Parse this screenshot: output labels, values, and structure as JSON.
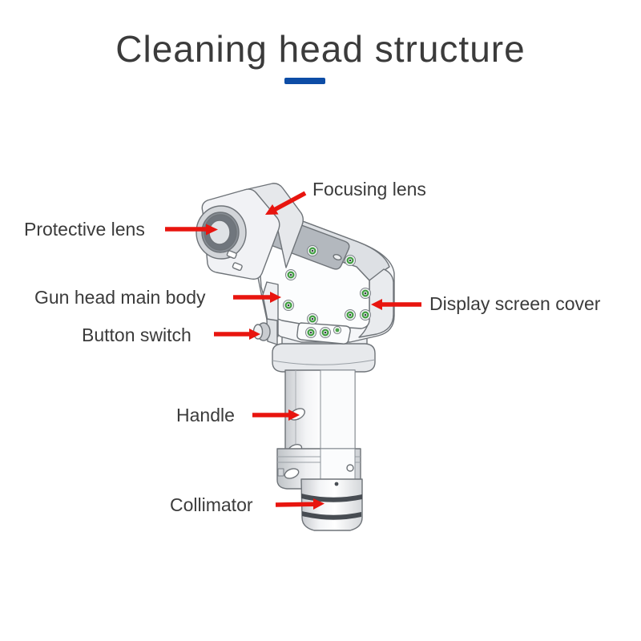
{
  "title": "Cleaning head structure",
  "colors": {
    "accent": "#0d4da6",
    "arrow": "#e8150f",
    "text": "#3b3b3b"
  },
  "diagram": {
    "name": "laser cleaning gun head exploded-view diagram",
    "labels": [
      {
        "id": "focusing-lens",
        "text": "Focusing lens"
      },
      {
        "id": "protective-lens",
        "text": "Protective lens"
      },
      {
        "id": "gun-head-main-body",
        "text": "Gun head main body"
      },
      {
        "id": "button-switch",
        "text": "Button switch"
      },
      {
        "id": "display-screen-cover",
        "text": "Display screen cover"
      },
      {
        "id": "handle",
        "text": "Handle"
      },
      {
        "id": "collimator",
        "text": "Collimator"
      }
    ]
  }
}
